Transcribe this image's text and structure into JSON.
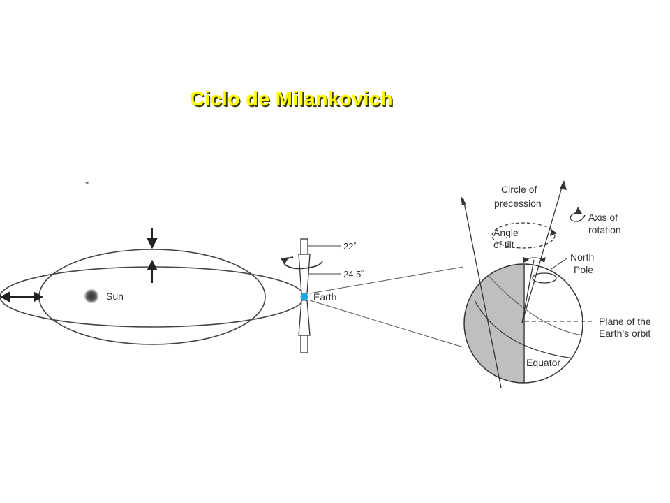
{
  "title": "Ciclo de Milankovich",
  "labels": {
    "sun": "Sun",
    "earth": "Earth",
    "tilt_min": "22˚",
    "tilt_max": "24.5˚",
    "circle_line1": "Circle of",
    "circle_line2": "precession",
    "axis_line1": "Axis of",
    "axis_line2": "rotation",
    "angle_line1": "Angle",
    "angle_line2": "of tilt",
    "pole_line1": "North",
    "pole_line2": "Pole",
    "plane_line1": "Plane of the",
    "plane_line2": "Earth's orbit",
    "equator": "Equator",
    "dash_mark": "-"
  },
  "colors": {
    "title": "#ffff00",
    "earth_dot": "#1ea7e0",
    "globe_shade": "#bfbfbf",
    "line": "#444444"
  }
}
